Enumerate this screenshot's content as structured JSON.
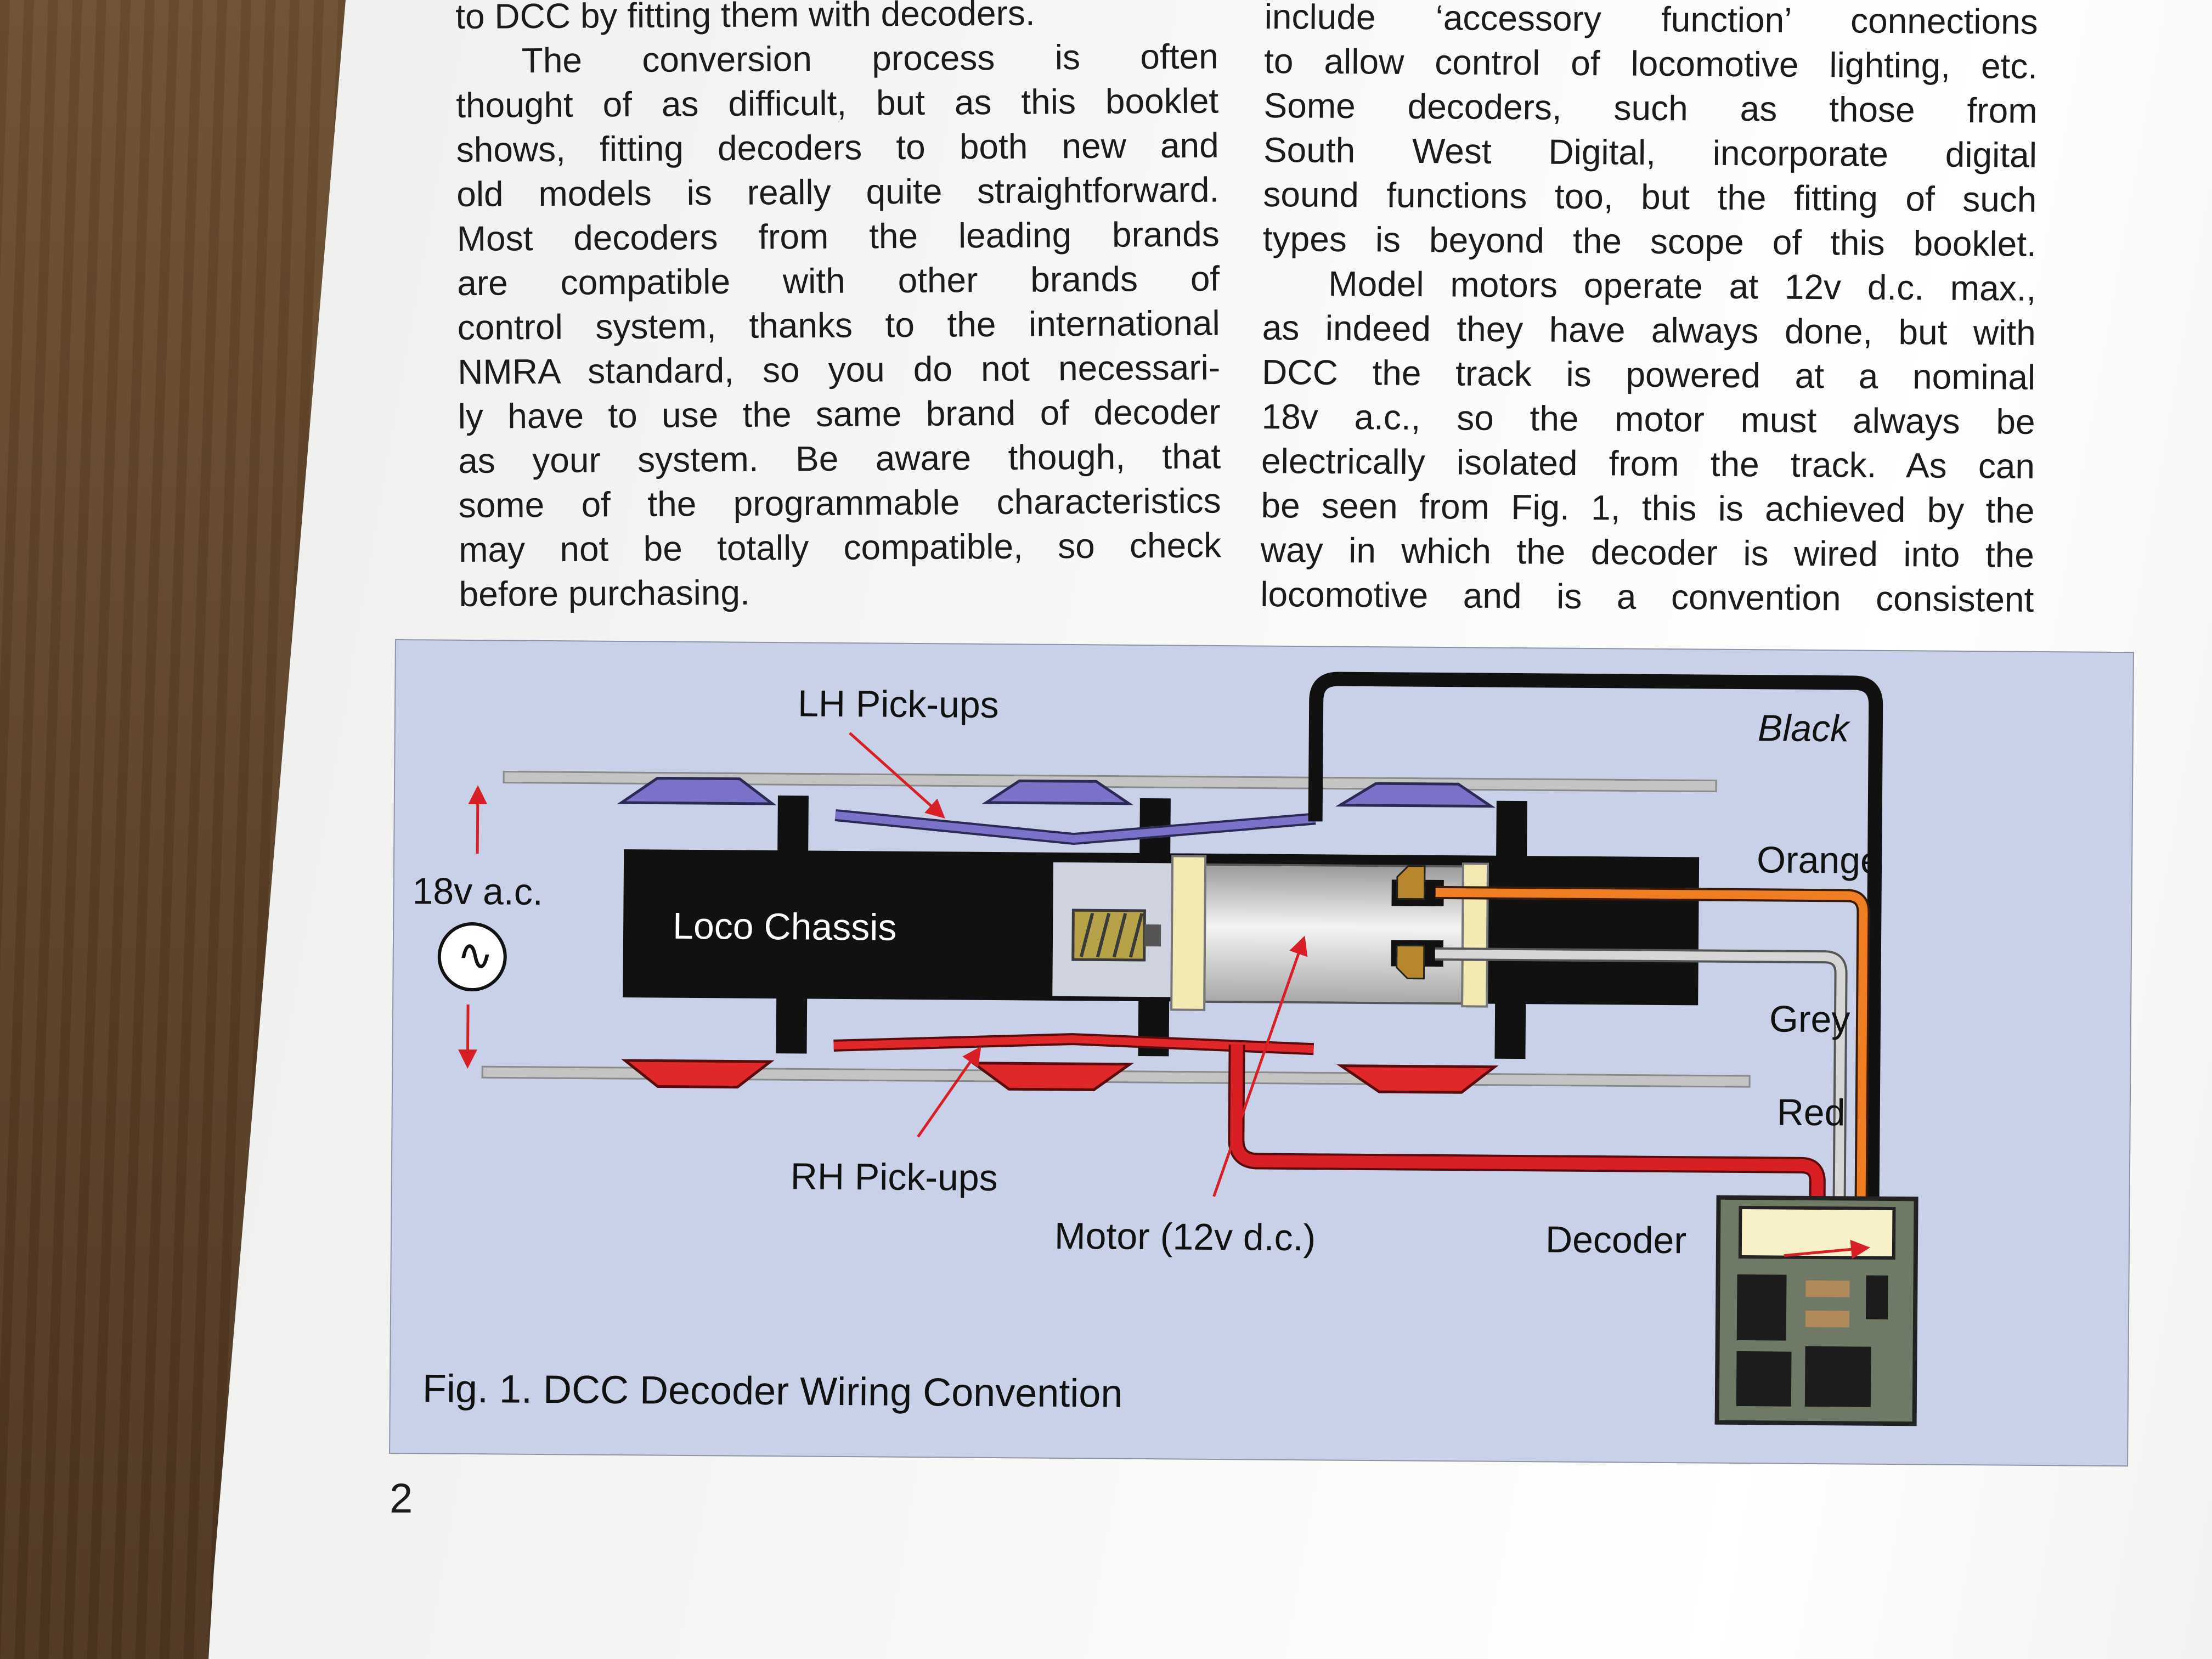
{
  "page": {
    "left_column": [
      "to DCC by fitting them with decoders.",
      "The conversion process is often",
      "thought of as difficult, but as this booklet",
      "shows, fitting decoders to both new and",
      "old models is really quite straightforward.",
      "Most decoders from the leading brands",
      "are compatible with other brands of",
      "control system, thanks to the international",
      "NMRA standard, so you do not necessari-",
      "ly have to use the same brand of decoder",
      "as your system. Be aware though, that",
      "some of the programmable characteristics",
      "may not be totally compatible, so check",
      "before purchasing."
    ],
    "right_column": [
      "include ‘accessory function’ connections",
      "to allow control of locomotive lighting, etc.",
      "Some decoders, such as those from",
      "South West Digital, incorporate digital",
      "sound functions too, but the fitting of such",
      "types is beyond the scope of this booklet.",
      "Model motors operate at 12v d.c. max.,",
      "as indeed they have always done, but with",
      "DCC the track is powered at a nominal",
      "18v a.c., so the motor must always be",
      "electrically isolated from the track. As can",
      "be seen from Fig. 1, this is achieved by the",
      "way in which the decoder is wired into the",
      "locomotive and is a convention consistent"
    ],
    "page_number": "2"
  },
  "figure": {
    "caption": "Fig. 1.  DCC Decoder Wiring Convention",
    "labels": {
      "lh_pickups": "LH Pick-ups",
      "rh_pickups": "RH Pick-ups",
      "voltage": "18v a.c.",
      "ac_symbol": "∿",
      "chassis": "Loco Chassis",
      "motor": "Motor (12v d.c.)",
      "decoder": "Decoder",
      "black": "Black",
      "orange": "Orange",
      "grey": "Grey",
      "red": "Red"
    },
    "colors": {
      "background": "#c9d1e8",
      "lh_pickup": "#7b73c9",
      "rh_pickup": "#e0282a",
      "wire_black": "#111111",
      "wire_orange": "#ef7d22",
      "wire_grey": "#d6d6d6",
      "wire_red": "#d81f26",
      "decoder_board": "#6f7a66"
    }
  }
}
